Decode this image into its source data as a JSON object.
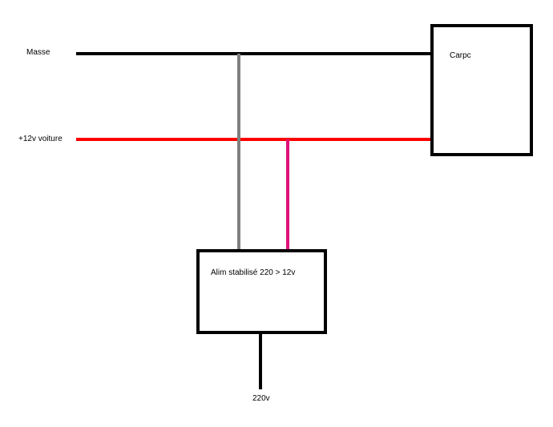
{
  "labels": {
    "masse": "Masse",
    "plus12v": "+12v voiture",
    "carpc": "Carpc",
    "alim": "Alim stabilisé 220 > 12v",
    "v220": "220v"
  },
  "colors": {
    "ground_wire": "#000000",
    "plus12v_wire": "#ff0000",
    "grey_wire": "#808080",
    "pink_wire": "#e0107a",
    "box_border": "#000000"
  }
}
